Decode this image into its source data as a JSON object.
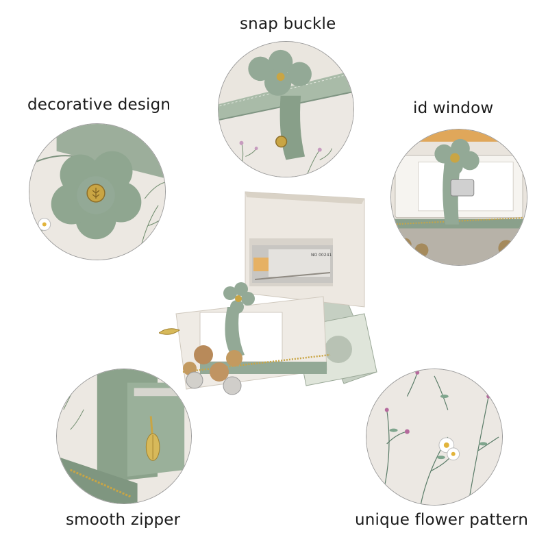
{
  "labels": {
    "snap_buckle": "snap buckle",
    "decorative_design": "decorative design",
    "id_window": "id window",
    "smooth_zipper": "smooth zipper",
    "flower_pattern": "unique flower pattern"
  },
  "wallet": {
    "id_card_number": "NO 00241"
  },
  "colors": {
    "wallet_green": "#93a996",
    "leather_cream": "#ede8e1",
    "gold_button": "#c9a544"
  }
}
